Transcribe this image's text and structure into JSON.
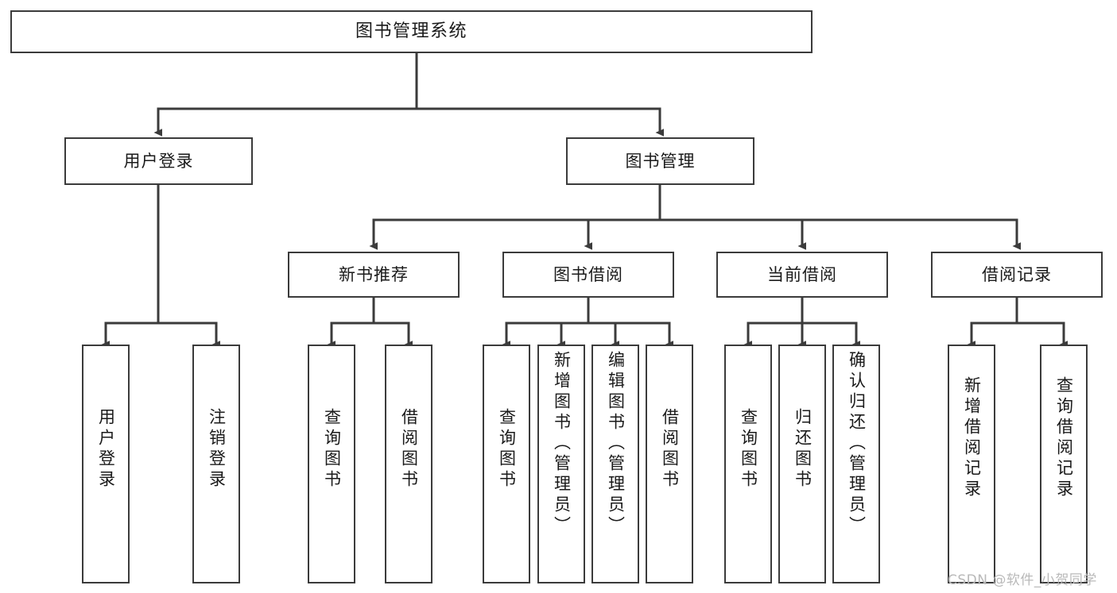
{
  "diagram": {
    "type": "tree-hierarchy-diagram",
    "title": "图书管理系统",
    "colors": {
      "node_border": "#3b3b3b",
      "node_fill": "#ffffff",
      "edge": "#3b3b3b",
      "text": "#1a1a1a",
      "background": "#ffffff",
      "watermark": "#b9b9b9"
    },
    "root": {
      "id": "root",
      "label": "图书管理系统"
    },
    "level1": [
      {
        "id": "user-login",
        "label": "用户登录"
      },
      {
        "id": "book-management",
        "label": "图书管理"
      }
    ],
    "level2": [
      {
        "id": "new-book-recommend",
        "label": "新书推荐",
        "parent": "book-management"
      },
      {
        "id": "book-borrow",
        "label": "图书借阅",
        "parent": "book-management"
      },
      {
        "id": "current-borrow",
        "label": "当前借阅",
        "parent": "book-management"
      },
      {
        "id": "borrow-record",
        "label": "借阅记录",
        "parent": "book-management"
      }
    ],
    "leaves": [
      {
        "id": "leaf-user-login",
        "label": "用户登录",
        "parent": "user-login"
      },
      {
        "id": "leaf-logout-login",
        "label": "注销登录",
        "parent": "user-login"
      },
      {
        "id": "leaf-query-book-1",
        "label": "查询图书",
        "parent": "new-book-recommend"
      },
      {
        "id": "leaf-borrow-book-1",
        "label": "借阅图书",
        "parent": "new-book-recommend"
      },
      {
        "id": "leaf-query-book-2",
        "label": "查询图书",
        "parent": "book-borrow"
      },
      {
        "id": "leaf-add-book-admin",
        "label": "新增图书（管理员）",
        "parent": "book-borrow"
      },
      {
        "id": "leaf-edit-book-admin",
        "label": "编辑图书（管理员）",
        "parent": "book-borrow"
      },
      {
        "id": "leaf-borrow-book-2",
        "label": "借阅图书",
        "parent": "book-borrow"
      },
      {
        "id": "leaf-query-book-3",
        "label": "查询图书",
        "parent": "current-borrow"
      },
      {
        "id": "leaf-return-book",
        "label": "归还图书",
        "parent": "current-borrow"
      },
      {
        "id": "leaf-confirm-return-admin",
        "label": "确认归还（管理员）",
        "parent": "current-borrow"
      },
      {
        "id": "leaf-add-borrow-record",
        "label": "新增借阅记录",
        "parent": "borrow-record"
      },
      {
        "id": "leaf-query-borrow-record",
        "label": "查询借阅记录",
        "parent": "borrow-record"
      }
    ],
    "watermark": "CSDN @软件_小贺同学"
  }
}
